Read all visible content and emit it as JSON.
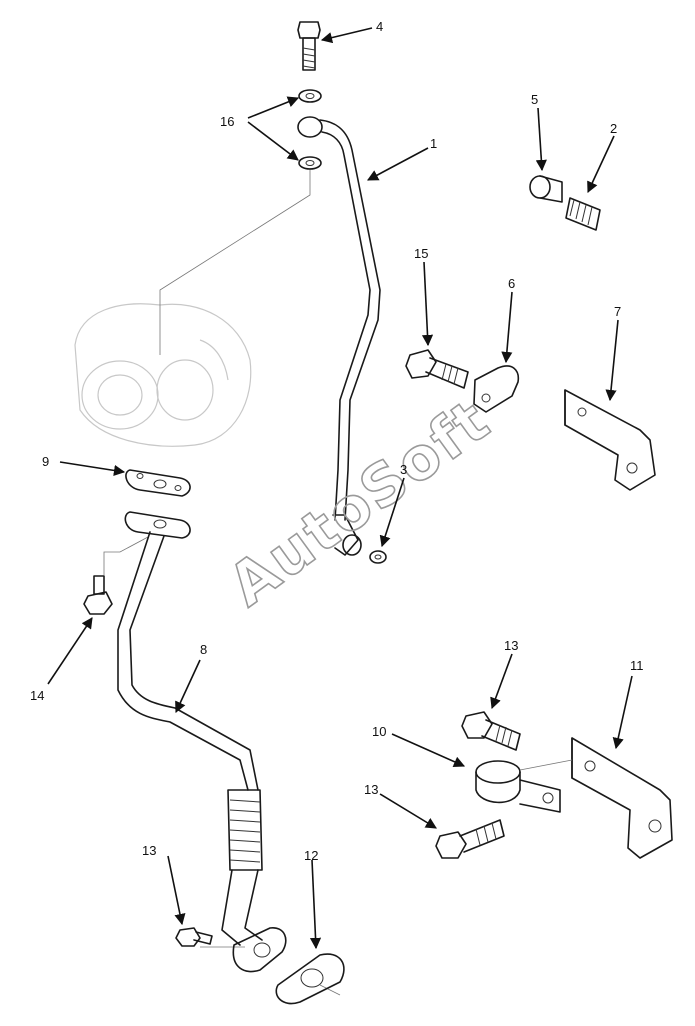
{
  "watermark": {
    "text": "AutoSoft"
  },
  "callouts": {
    "c1": "1",
    "c2": "2",
    "c3": "3",
    "c4": "4",
    "c5": "5",
    "c6": "6",
    "c7": "7",
    "c8": "8",
    "c9": "9",
    "c10": "10",
    "c11": "11",
    "c12": "12",
    "c13a": "13",
    "c13b": "13",
    "c13c": "13",
    "c14": "14",
    "c15": "15",
    "c16": "16"
  }
}
